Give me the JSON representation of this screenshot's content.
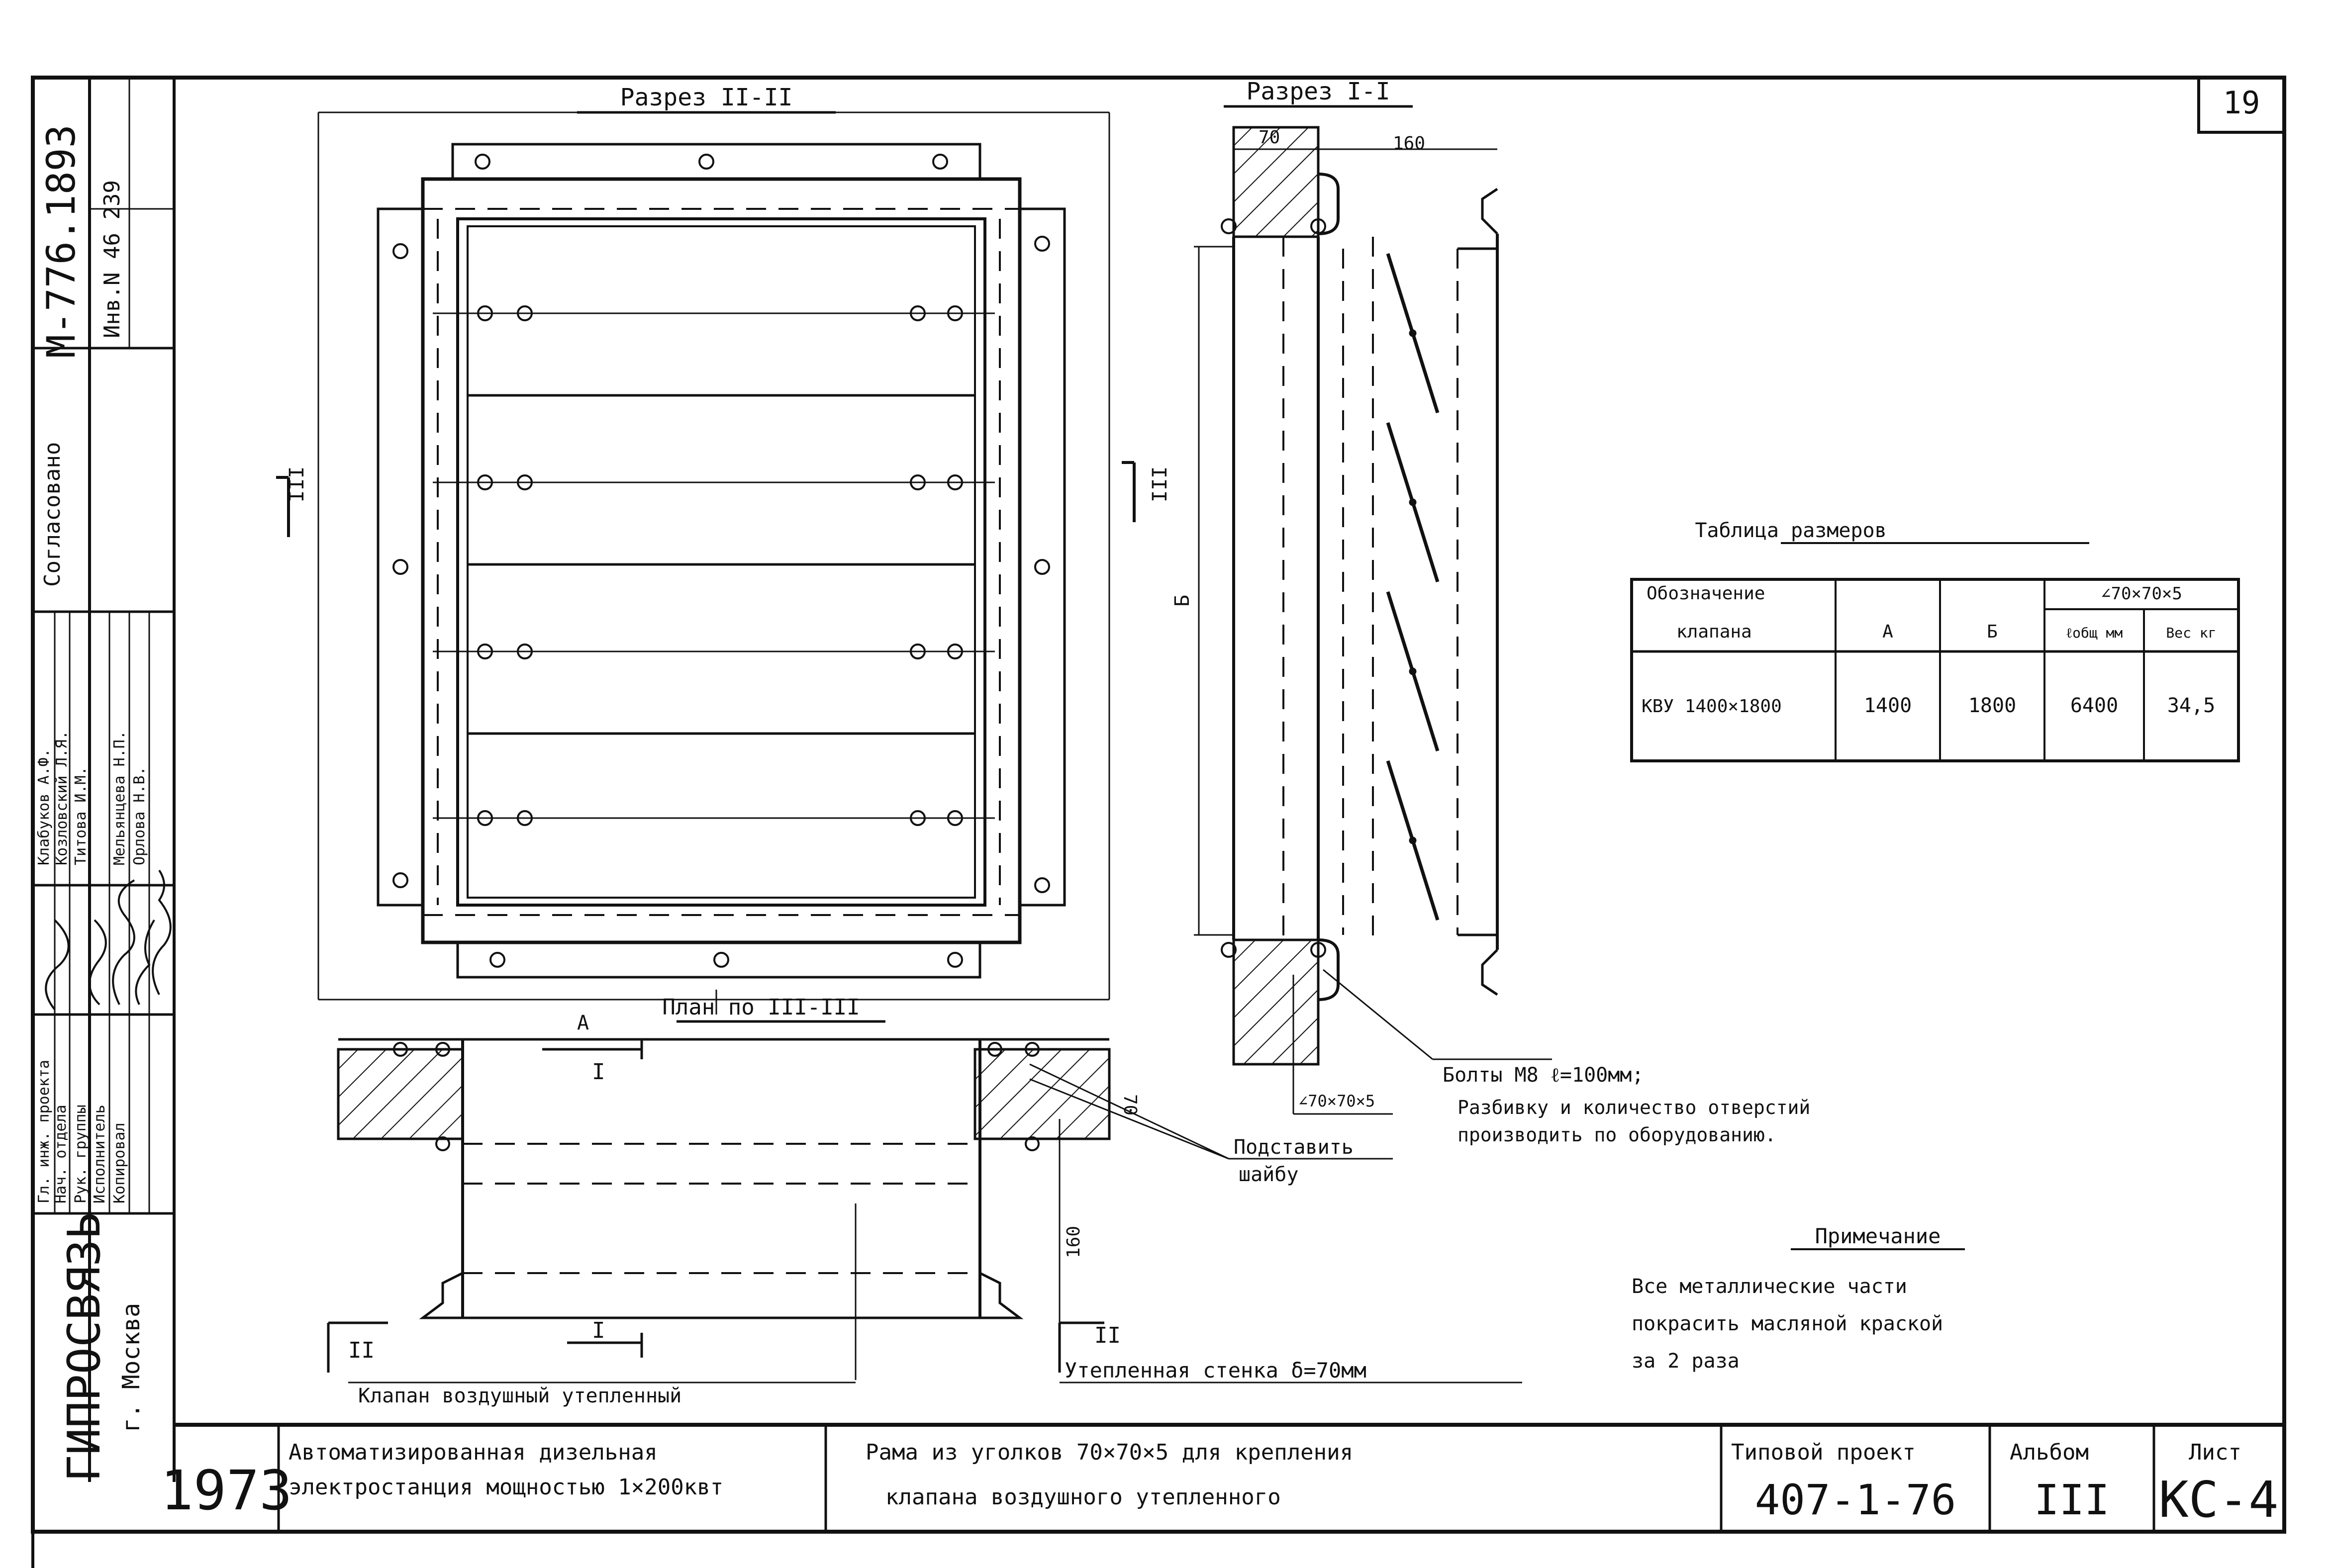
{
  "sheet_number": "19",
  "section_2": "Разрез II-II",
  "section_1": "Разрез I-I",
  "plan": "План по III-III",
  "marks": {
    "roman3": "III",
    "roman2": "II",
    "roman1": "I",
    "dim_b": "Б",
    "dim_a": "А",
    "dim_70": "70",
    "dim_160": "160"
  },
  "angle_label": "∠70×70×5",
  "bolts_note": "Болты М8   ℓ=100мм;",
  "bolts_note_2": "Разбивку и количество отверстий",
  "bolts_note_3": "производить по оборудованию.",
  "washer_note": "Подставить",
  "washer_note_2": "шайбу",
  "wall_note": "Утепленная стенка δ=70мм",
  "valve_note": "Клапан воздушный утепленный",
  "dims_table": {
    "title": "Таблица размеров",
    "h_designation": "Обозначение",
    "h_designation_2": "клапана",
    "h_a": "А",
    "h_b": "Б",
    "h_angle": "∠70×70×5",
    "h_length": "ℓобщ мм",
    "h_weight": "Вес кг",
    "row": {
      "designation": "КВУ 1400×1800",
      "a": "1400",
      "b": "1800",
      "length": "6400",
      "weight": "34,5"
    }
  },
  "note": {
    "title": "Примечание",
    "line1": "Все металлические части",
    "line2": "покрасить масляной краской",
    "line3": "за 2 раза"
  },
  "left_strip": {
    "doc_number": "М-776.1893",
    "inv": "Инв.N 46 239",
    "sogl": "Согласовано",
    "roles": [
      "Гл. инж. проекта",
      "Нач. отдела",
      "Рук. группы",
      "Исполнитель",
      "Копировал"
    ],
    "names": [
      "Клабуков А.Ф.",
      "Козловский Л.Я.",
      "Титова И.М.",
      "Мельянцева Н.П.",
      "Орлова Н.В."
    ],
    "org": "ГИПРОСВЯЗЬ",
    "city": "г. Москва"
  },
  "title_block": {
    "year": "1973",
    "project_name_1": "Автоматизированная дизельная",
    "project_name_2": "электростанция мощностью 1×200квт",
    "drawing_title_1": "Рама из уголков 70×70×5 для крепления",
    "drawing_title_2": "клапана воздушного утепленного",
    "project_label": "Типовой проект",
    "project_number": "407-1-76",
    "album_label": "Альбом",
    "album_number": "III",
    "sheet_label": "Лист",
    "sheet_code": "КС-4"
  }
}
